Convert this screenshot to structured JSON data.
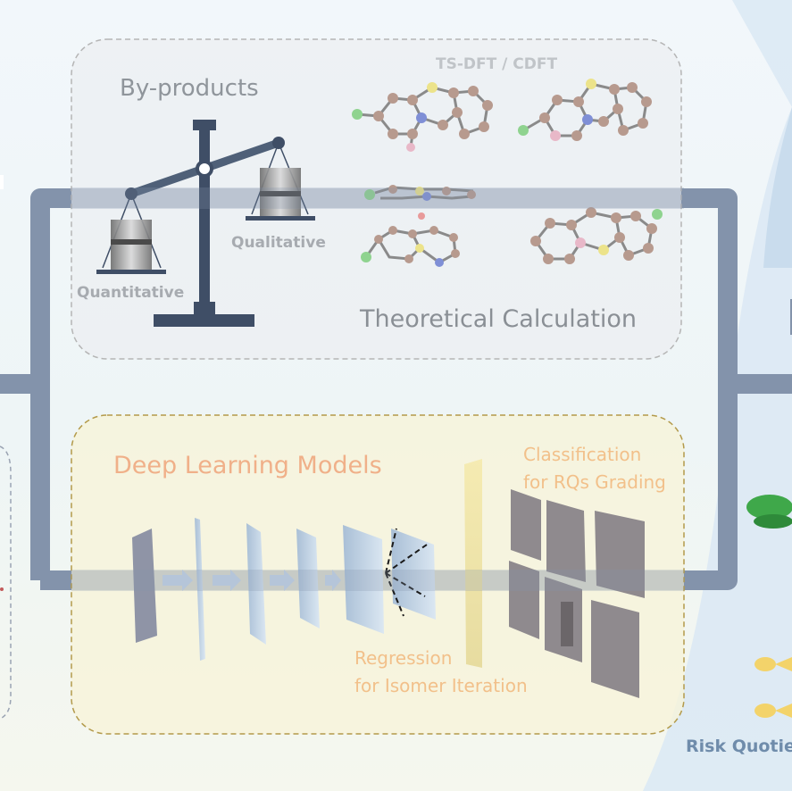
{
  "top_panel": {
    "byproducts_title": "By-products",
    "method_label": "TS-DFT / CDFT",
    "quantitative_label": "Quantitative",
    "qualitative_label": "Qualitative",
    "theory_title": "Theoretical Calculation"
  },
  "bottom_panel": {
    "title": "Deep Learning Models",
    "classification_line1": "Classification",
    "classification_line2": "for RQs Grading",
    "regression_line1": "Regression",
    "regression_line2": "for Isomer Iteration"
  },
  "right_edge": {
    "risk_label": "Risk Quotie"
  },
  "colors": {
    "pipe": "#8393ab",
    "top_border": "#b5b5b5",
    "bottom_border": "#b39a4a",
    "deep_learning_text": "#f0b089",
    "regression_text": "#f2c08a",
    "theory_text": "#8a8f95",
    "risk_text": "#6f8cab",
    "scale": "#3f4e66"
  }
}
